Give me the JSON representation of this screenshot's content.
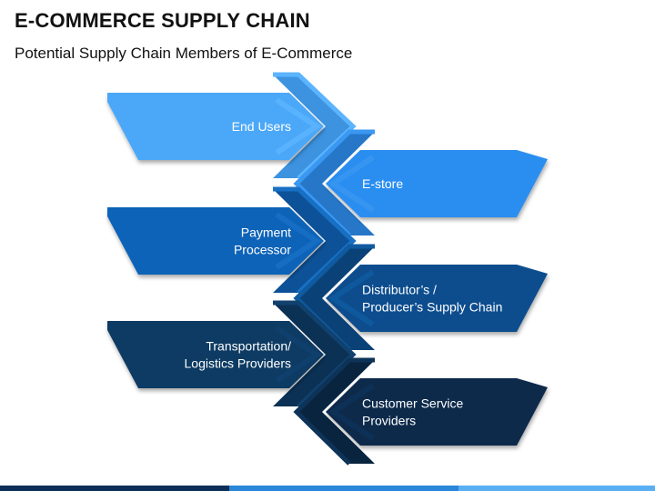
{
  "header": {
    "title": "E-COMMERCE SUPPLY CHAIN",
    "subtitle": "Potential Supply Chain Members of E-Commerce"
  },
  "members": [
    {
      "label_lines": [
        "End Users"
      ],
      "side": "left",
      "color": "#4ba8f8",
      "chevron_color": "#5bb4ff",
      "chevron_dark": "#3d93e0"
    },
    {
      "label_lines": [
        "E-store"
      ],
      "side": "right",
      "color": "#2c8ef0",
      "chevron_color": "#3a97f2",
      "chevron_dark": "#2677c8"
    },
    {
      "label_lines": [
        "Payment",
        "Processor"
      ],
      "side": "left",
      "color": "#0f63b8",
      "chevron_color": "#1870c4",
      "chevron_dark": "#0d5298"
    },
    {
      "label_lines": [
        "Distributor’s /",
        "Producer’s Supply Chain"
      ],
      "side": "right",
      "color": "#0a4d8e",
      "chevron_color": "#0f5aa0",
      "chevron_dark": "#0a4278"
    },
    {
      "label_lines": [
        "Transportation/",
        "Logistics Providers"
      ],
      "side": "left",
      "color": "#0d3a64",
      "chevron_color": "#11416f",
      "chevron_dark": "#0b3155"
    },
    {
      "label_lines": [
        "Customer Service",
        "Providers"
      ],
      "side": "right",
      "color": "#0a2a4c",
      "chevron_color": "#0e3358",
      "chevron_dark": "#09243f"
    }
  ],
  "footer": {
    "bar_colors": [
      "#0d2e56",
      "#2a86d8",
      "#5aaef2"
    ]
  }
}
